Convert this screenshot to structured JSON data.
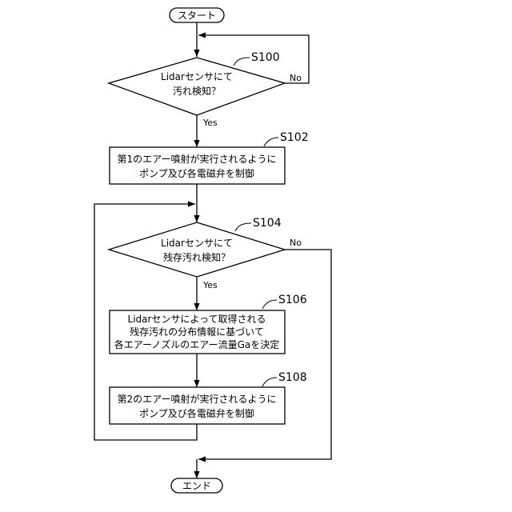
{
  "flowchart": {
    "start": "スタート",
    "end": "エンド",
    "steps": {
      "s100": {
        "id": "S100",
        "lines": [
          "Lidarセンサにて",
          "汚れ検知？"
        ]
      },
      "s102": {
        "id": "S102",
        "lines": [
          "第1のエアー噴射が実行されるように",
          "ポンプ及び各電磁弁を制御"
        ]
      },
      "s104": {
        "id": "S104",
        "lines": [
          "Lidarセンサにて",
          "残存汚れ検知？"
        ]
      },
      "s106": {
        "id": "S106",
        "lines": [
          "Lidarセンサによって取得される",
          "残存汚れの分布情報に基づいて",
          "各エアーノズルのエアー流量Gaを決定"
        ]
      },
      "s108": {
        "id": "S108",
        "lines": [
          "第2のエアー噴射が実行されるように",
          "ポンプ及び各電磁弁を制御"
        ]
      }
    },
    "branches": {
      "s100_yes": "Yes",
      "s100_no": "No",
      "s104_yes": "Yes",
      "s104_no": "No"
    }
  }
}
